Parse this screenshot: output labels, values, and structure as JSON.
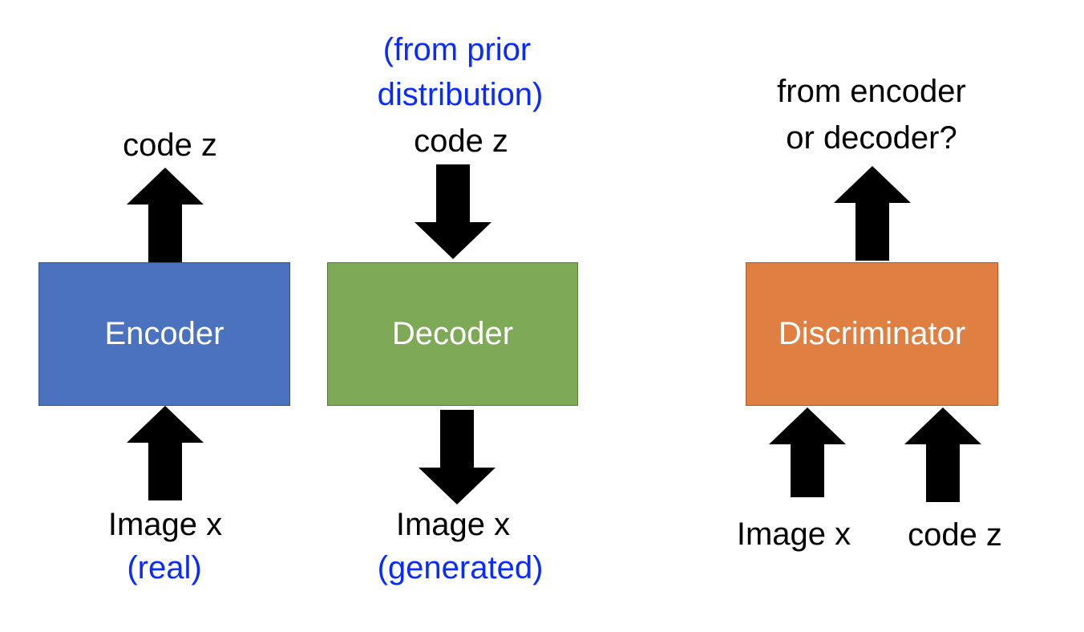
{
  "colors": {
    "encoder": "#4a72be",
    "decoder": "#7ea957",
    "discriminator": "#e07f42",
    "annotation_blue": "#0a2bff",
    "arrow": "#000000"
  },
  "encoder": {
    "label": "Encoder",
    "output_label": "code z",
    "input_label": "Image x",
    "input_note": "(real)"
  },
  "decoder": {
    "label": "Decoder",
    "input_note_line1": "(from prior",
    "input_note_line2": "distribution)",
    "input_label": "code z",
    "output_label": "Image x",
    "output_note": "(generated)"
  },
  "discriminator": {
    "label": "Discriminator",
    "output_line1": "from encoder",
    "output_line2": "or decoder?",
    "input1_label": "Image x",
    "input2_label": "code z"
  }
}
